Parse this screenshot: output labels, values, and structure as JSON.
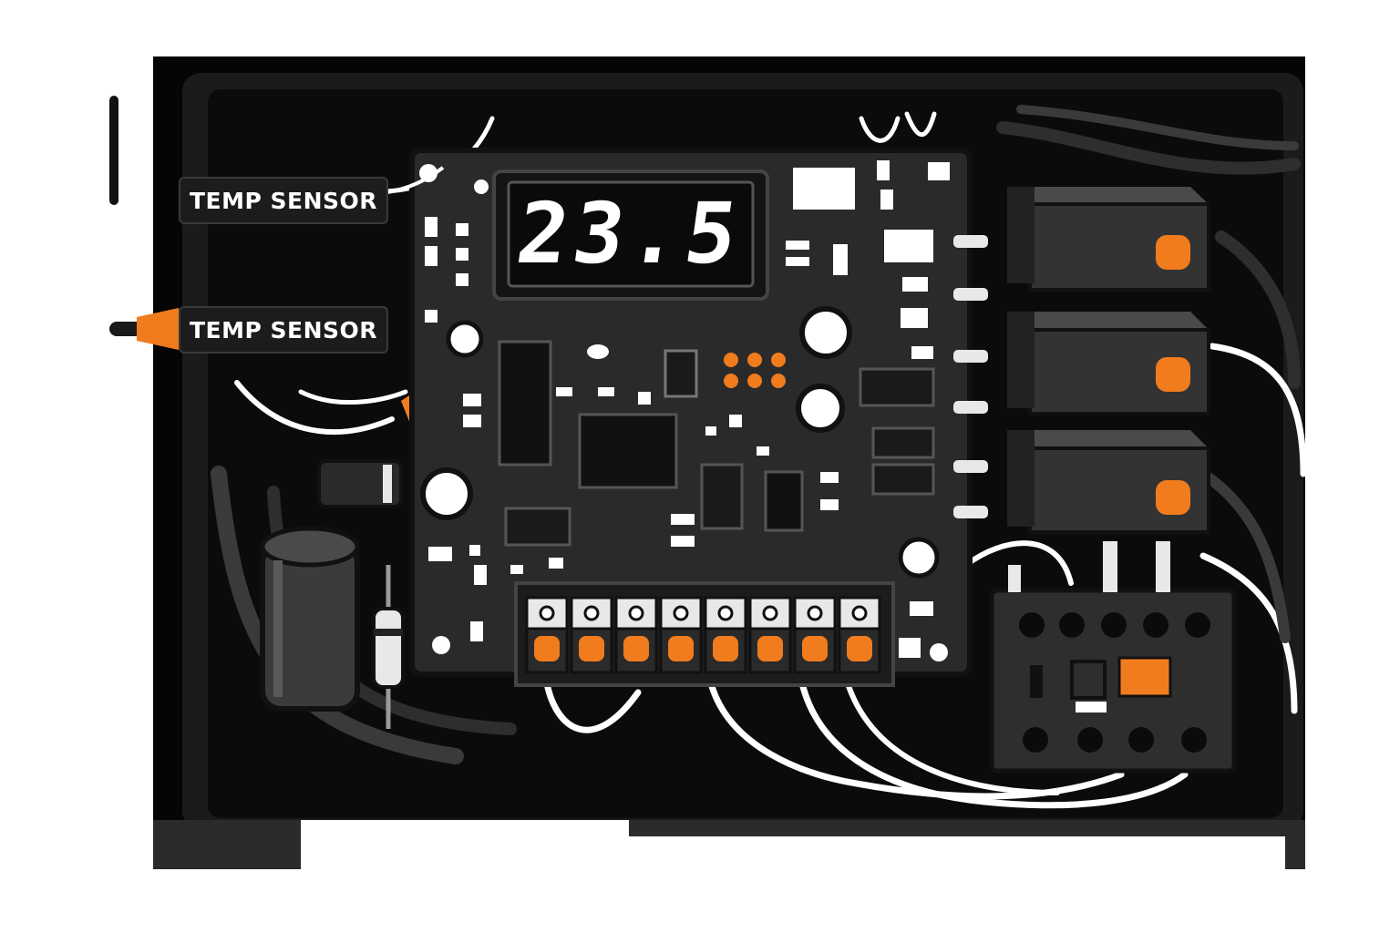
{
  "labels": {
    "sensor_label_1": "TEMP SENSOR",
    "sensor_label_2": "TEMP SENSOR"
  },
  "display": {
    "reading": "23.5"
  },
  "icons": [
    "temperature-probe-icon",
    "relay-icon",
    "capacitor-icon",
    "terminal-block-icon",
    "contactor-icon",
    "diode-icon"
  ],
  "colors": {
    "enclosure": "#0a0a0a",
    "board": "#2a2a2a",
    "accent": "#f07c1e",
    "wire": "#ffffff"
  },
  "terminal_block": {
    "count": 8
  },
  "relays": {
    "count": 3
  }
}
